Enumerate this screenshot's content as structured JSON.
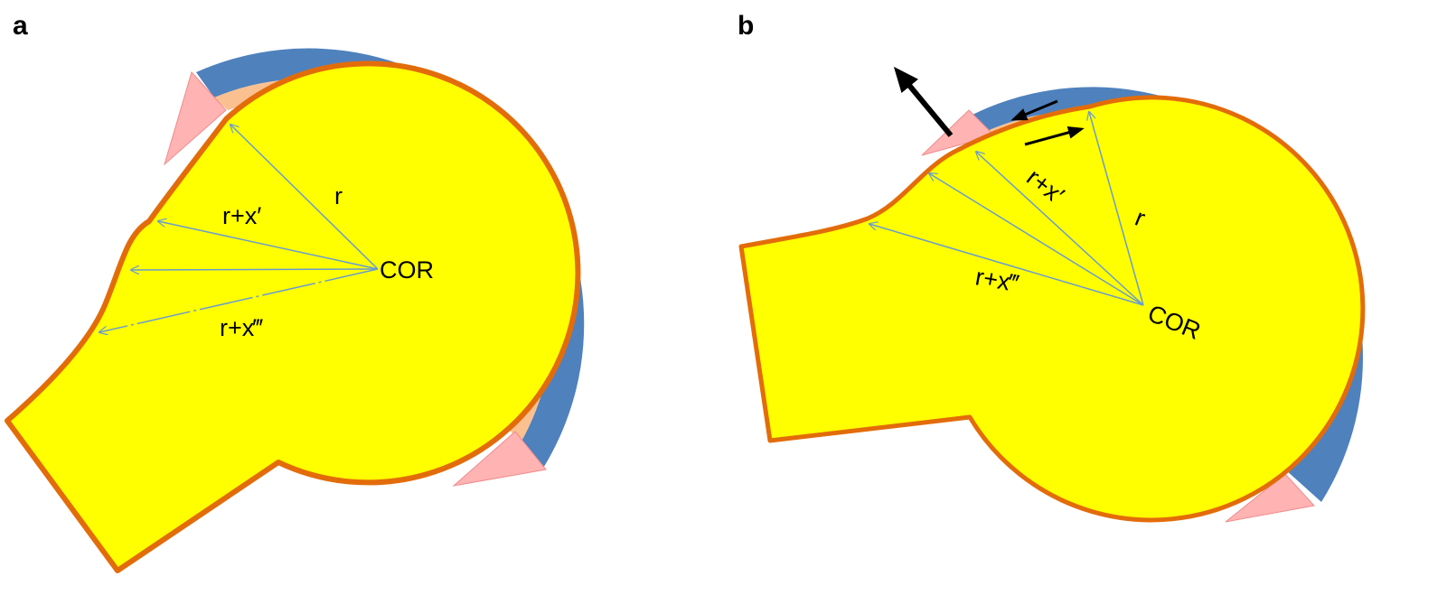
{
  "panels": [
    {
      "letter": "a",
      "labels": {
        "r": "r",
        "r_plus_x_prime": "r+x′",
        "r_plus_x_triple_prime": "r+x‴",
        "cor": "COR"
      }
    },
    {
      "letter": "b",
      "labels": {
        "r": "r",
        "r_plus_x_prime": "r+x′",
        "r_plus_x_triple_prime": "r+x‴",
        "cor": "COR"
      }
    }
  ],
  "colors": {
    "head_fill": "#ffff00",
    "head_outline": "#e36c0a",
    "cup_outer": "#4f81bd",
    "cartilage": "#fac090",
    "labrum": "#ffb3b3",
    "radius_lines": "#6a9bd0",
    "force_arrow": "#000000"
  }
}
